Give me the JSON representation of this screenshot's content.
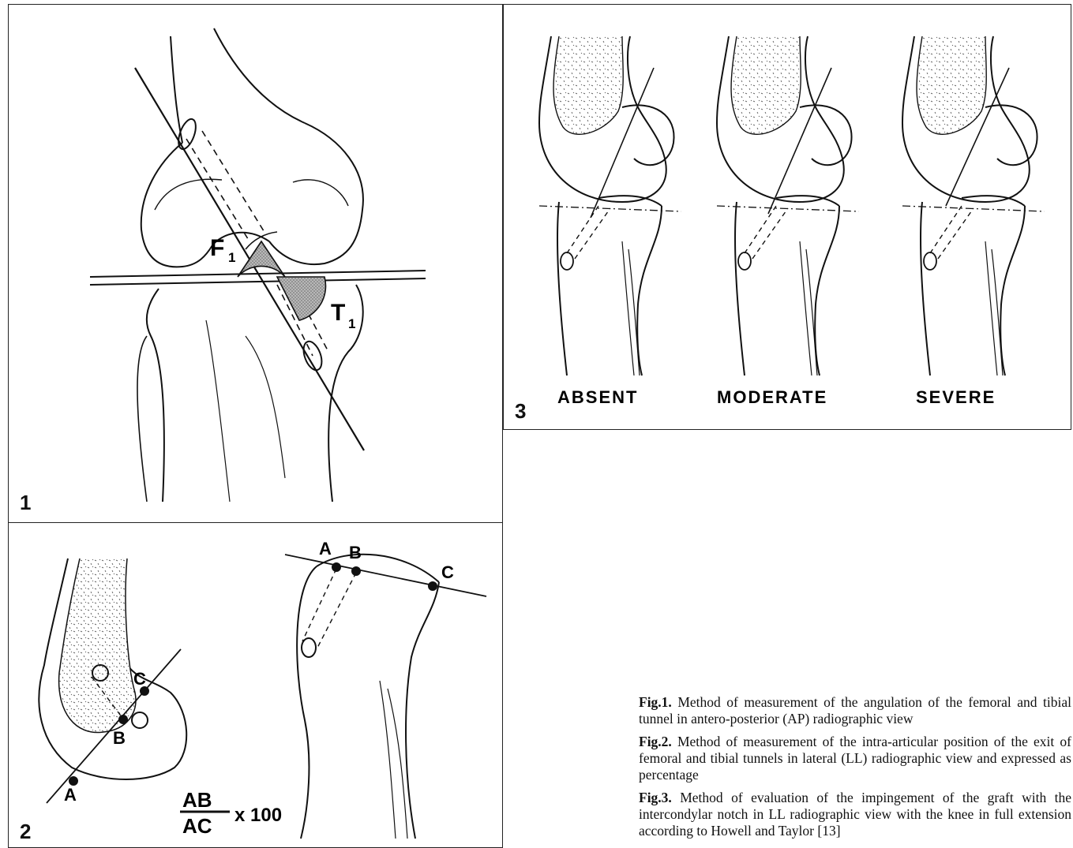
{
  "figure1": {
    "number": "1",
    "label_f": "F",
    "label_f_sub": "1",
    "label_t": "T",
    "label_t_sub": "1"
  },
  "figure2": {
    "number": "2",
    "points": [
      "A",
      "B",
      "C"
    ],
    "formula_numerator": "AB",
    "formula_denominator": "AC",
    "formula_multiplier": "x 100"
  },
  "figure3": {
    "number": "3",
    "categories": [
      "ABSENT",
      "MODERATE",
      "SEVERE"
    ]
  },
  "captions": [
    {
      "fig": "Fig.1.",
      "text": "Method of measurement of the angulation of the femoral and tibial tunnel in antero-posterior (AP) radiographic view"
    },
    {
      "fig": "Fig.2.",
      "text": "Method of measurement of the intra-articular position of the exit of femoral and tibial tunnels in lateral (LL) radiographic view and expressed as percentage"
    },
    {
      "fig": "Fig.3.",
      "text": "Method of evaluation of the impingement of the graft with the intercondylar notch in LL radiographic view with the knee in full extension according to Howell and Taylor [13]"
    }
  ],
  "colors": {
    "line": "#111111",
    "shade": "#9a9a9a",
    "background": "#ffffff"
  }
}
